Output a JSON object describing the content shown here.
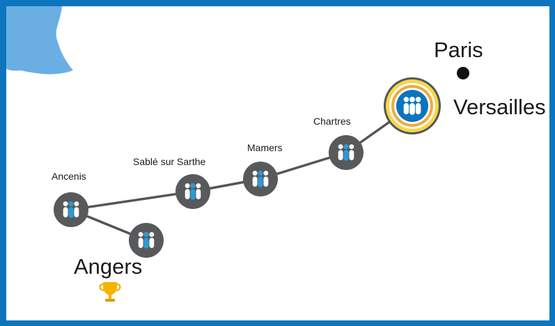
{
  "map": {
    "cities": [
      {
        "id": "ancenis",
        "name": "Ancenis",
        "kind": "town"
      },
      {
        "id": "angers",
        "name": "Angers",
        "kind": "town",
        "marker": "trophy-icon"
      },
      {
        "id": "sable",
        "name": "Sablé sur Sarthe",
        "kind": "town"
      },
      {
        "id": "mamers",
        "name": "Mamers",
        "kind": "town"
      },
      {
        "id": "chartres",
        "name": "Chartres",
        "kind": "town"
      },
      {
        "id": "versailles",
        "name": "Versailles",
        "kind": "highlight"
      },
      {
        "id": "paris",
        "name": "Paris",
        "kind": "capital"
      }
    ],
    "route": [
      "angers",
      "ancenis",
      "sable",
      "mamers",
      "chartres",
      "versailles"
    ],
    "colors": {
      "border": "#0b75bd",
      "land": "#6aaee3",
      "route": "#555555",
      "node_fill": "#58595b",
      "figure_center": "#2a9bd8",
      "figure_side": "#ffffff",
      "ring_outer": "#f6d64a",
      "ring_mid": "#f2a93b",
      "highlight_fill": "#0b75bd",
      "trophy": "#f4b400"
    }
  }
}
